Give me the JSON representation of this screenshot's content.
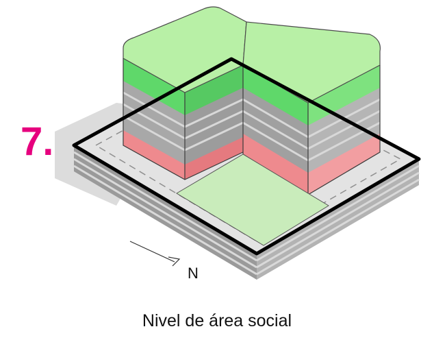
{
  "step_number": "7.",
  "north_label": "N",
  "caption": "Nivel de área social",
  "colors": {
    "step_number": "#e6007e",
    "green_top": "#b8f0a6",
    "green_band": "#5fd86a",
    "gray_band": "#a8a8a8",
    "red_band": "#ee8a8e",
    "courtyard": "#c9ecbb",
    "site_outline": "#000000"
  }
}
